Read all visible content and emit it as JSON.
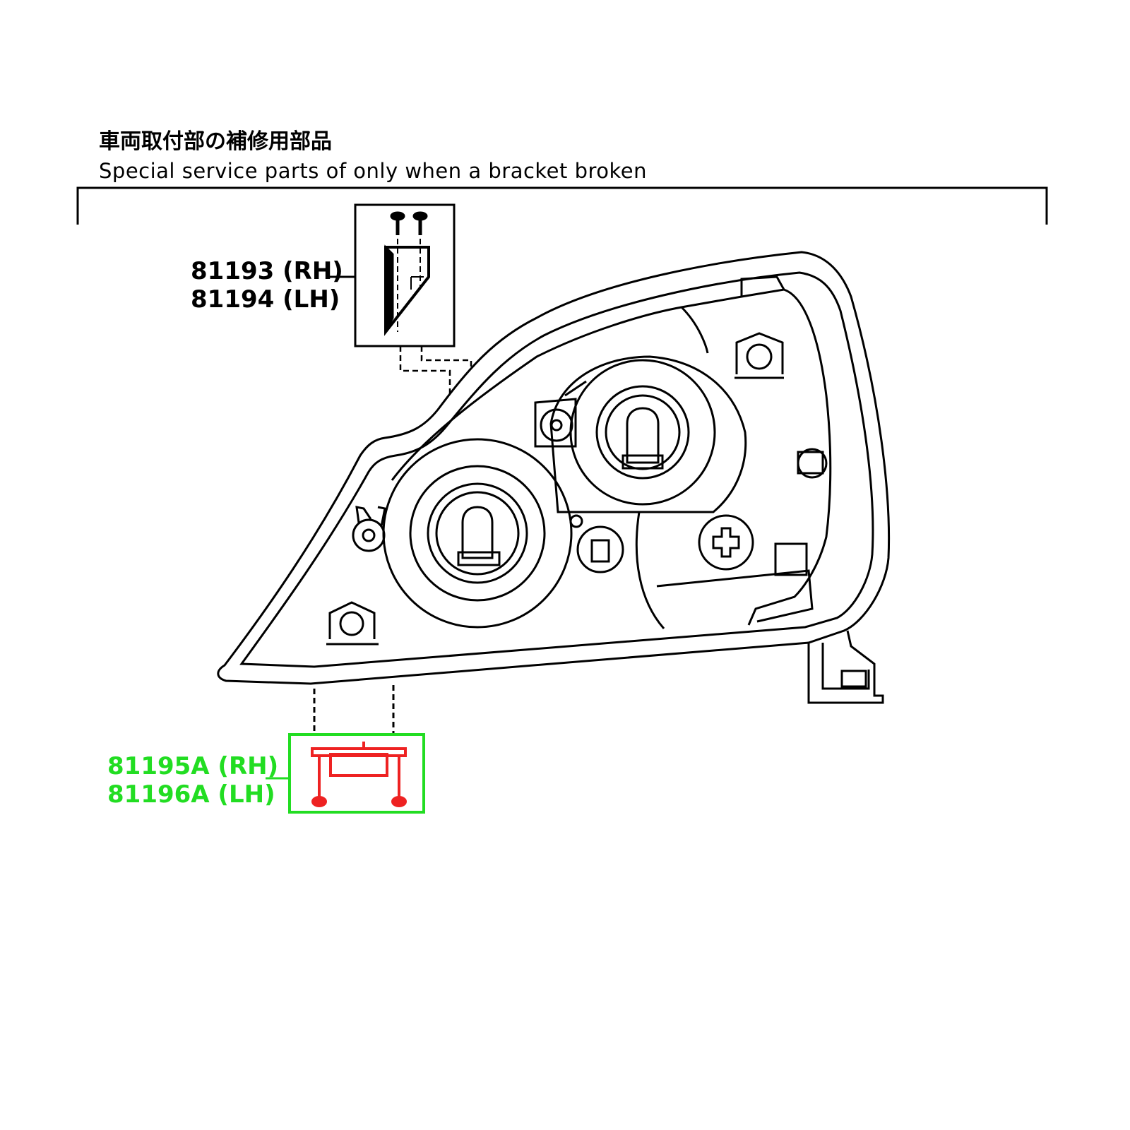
{
  "heading": {
    "japanese": "車両取付部の補修用部品",
    "english": "Special service parts of only when a bracket broken"
  },
  "callouts": [
    {
      "id": "upper-bracket",
      "line1": "81193 (RH)",
      "line2": "81194 (LH)"
    },
    {
      "id": "lower-bracket",
      "line1": "81195A (RH)",
      "line2": "81196A (LH)"
    }
  ],
  "colors": {
    "line": "#000000",
    "highlight_text": "#22dd22",
    "highlight_part": "#ee2222"
  }
}
